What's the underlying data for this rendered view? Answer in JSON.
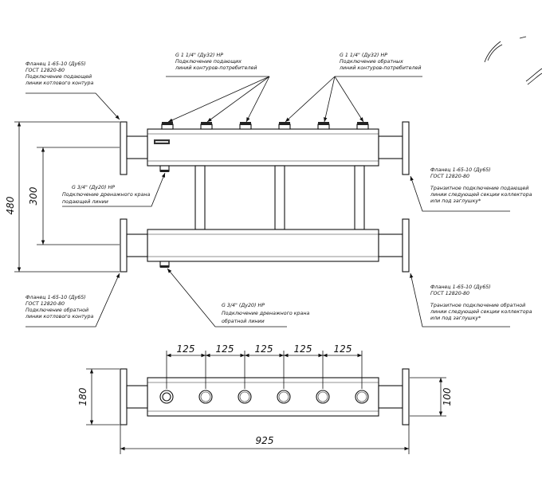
{
  "labels": {
    "flange_boiler_supply": [
      "Фланец 1-65-10 (Ду65)",
      "ГОСТ 12820-80",
      "Подключение подающей",
      "линии котлового контура",
      ""
    ],
    "supply_connections": [
      "G 1 1/4\" (Ду32) НР",
      "Подключение подающих",
      "линий контуров-потребителей",
      ""
    ],
    "return_connections": [
      "G 1 1/4\" (Ду32) НР",
      "Подключение обратных",
      "линий контуров-потребителей",
      ""
    ],
    "drain_supply": [
      "G 3/4\" (Ду20) НР",
      "Подключение дренажного крана",
      "подающей линии"
    ],
    "transit_supply": [
      "Фланец 1-65-10 (Ду65)",
      "ГОСТ 12820-80",
      "Транзитное подключение подающей",
      "линии следующей секции коллектора",
      "или под заглушку*"
    ],
    "flange_boiler_return": [
      "Фланец 1-65-10 (Ду65)",
      "ГОСТ 12820-80",
      "Подключение обратной",
      "линии котлового контура",
      ""
    ],
    "drain_return": [
      "G 3/4\" (Ду20) НР",
      "Подключение дренажного крана",
      "обратной линии"
    ],
    "transit_return": [
      "Фланец 1-65-10 (Ду65)",
      "ГОСТ 12820-80",
      "Транзитное подключение обратной",
      "линии следующей секции коллектора",
      "или под заглушку*"
    ]
  },
  "dimensions": {
    "total_height": "480",
    "axis_spacing": "300",
    "pitch": [
      "125",
      "125",
      "125",
      "125",
      "125"
    ],
    "flange_height": "180",
    "pipe_width": "100",
    "total_length": "925"
  }
}
